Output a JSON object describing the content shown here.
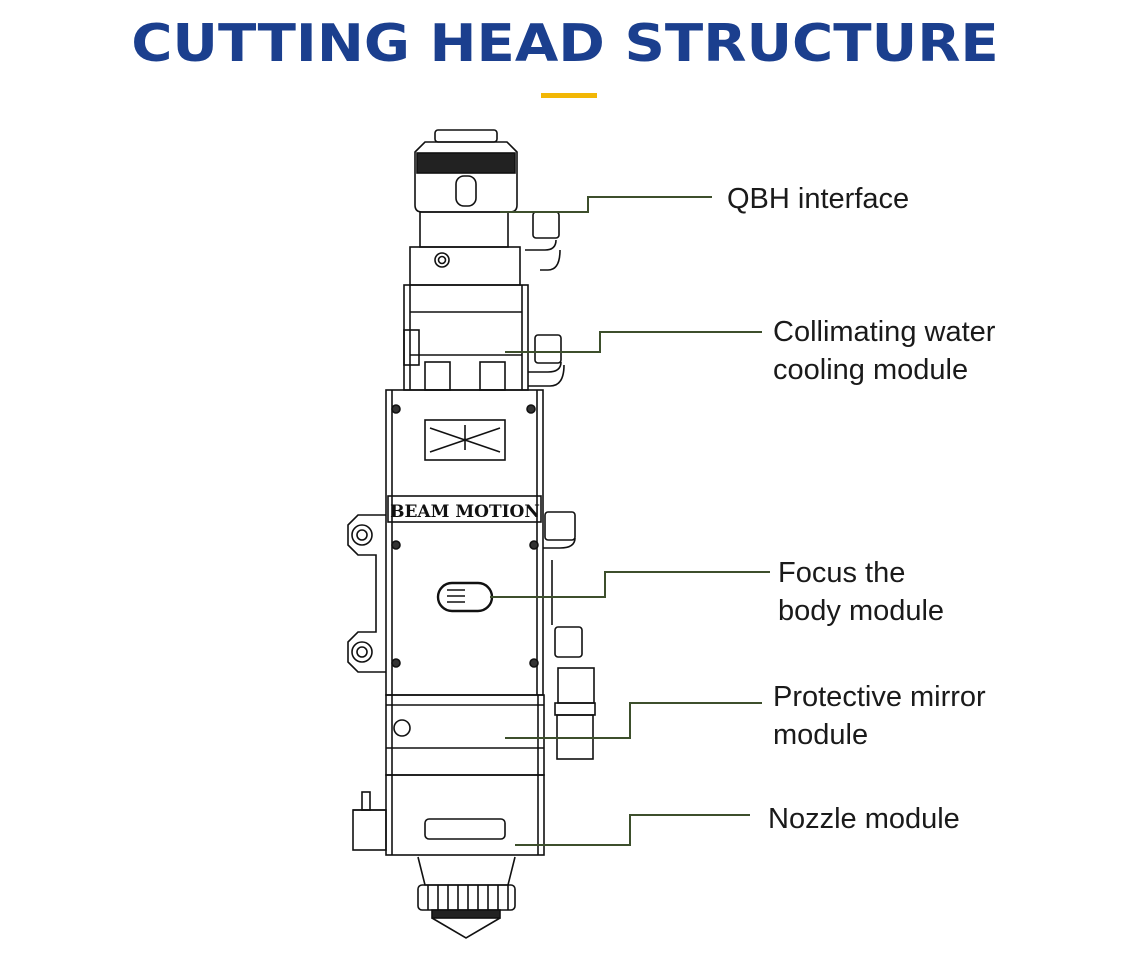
{
  "title": "CUTTING HEAD STRUCTURE",
  "device_label": "BEAM MOTION",
  "colors": {
    "title": "#1b3f8e",
    "accent": "#f2b705",
    "leader": "#3d4f2c"
  },
  "labels": [
    {
      "lines": [
        "QBH interface"
      ]
    },
    {
      "lines": [
        "Collimating water",
        "cooling module"
      ]
    },
    {
      "lines": [
        "Focus the",
        "body module"
      ]
    },
    {
      "lines": [
        "Protective mirror",
        "module"
      ]
    },
    {
      "lines": [
        "Nozzle module"
      ]
    }
  ]
}
